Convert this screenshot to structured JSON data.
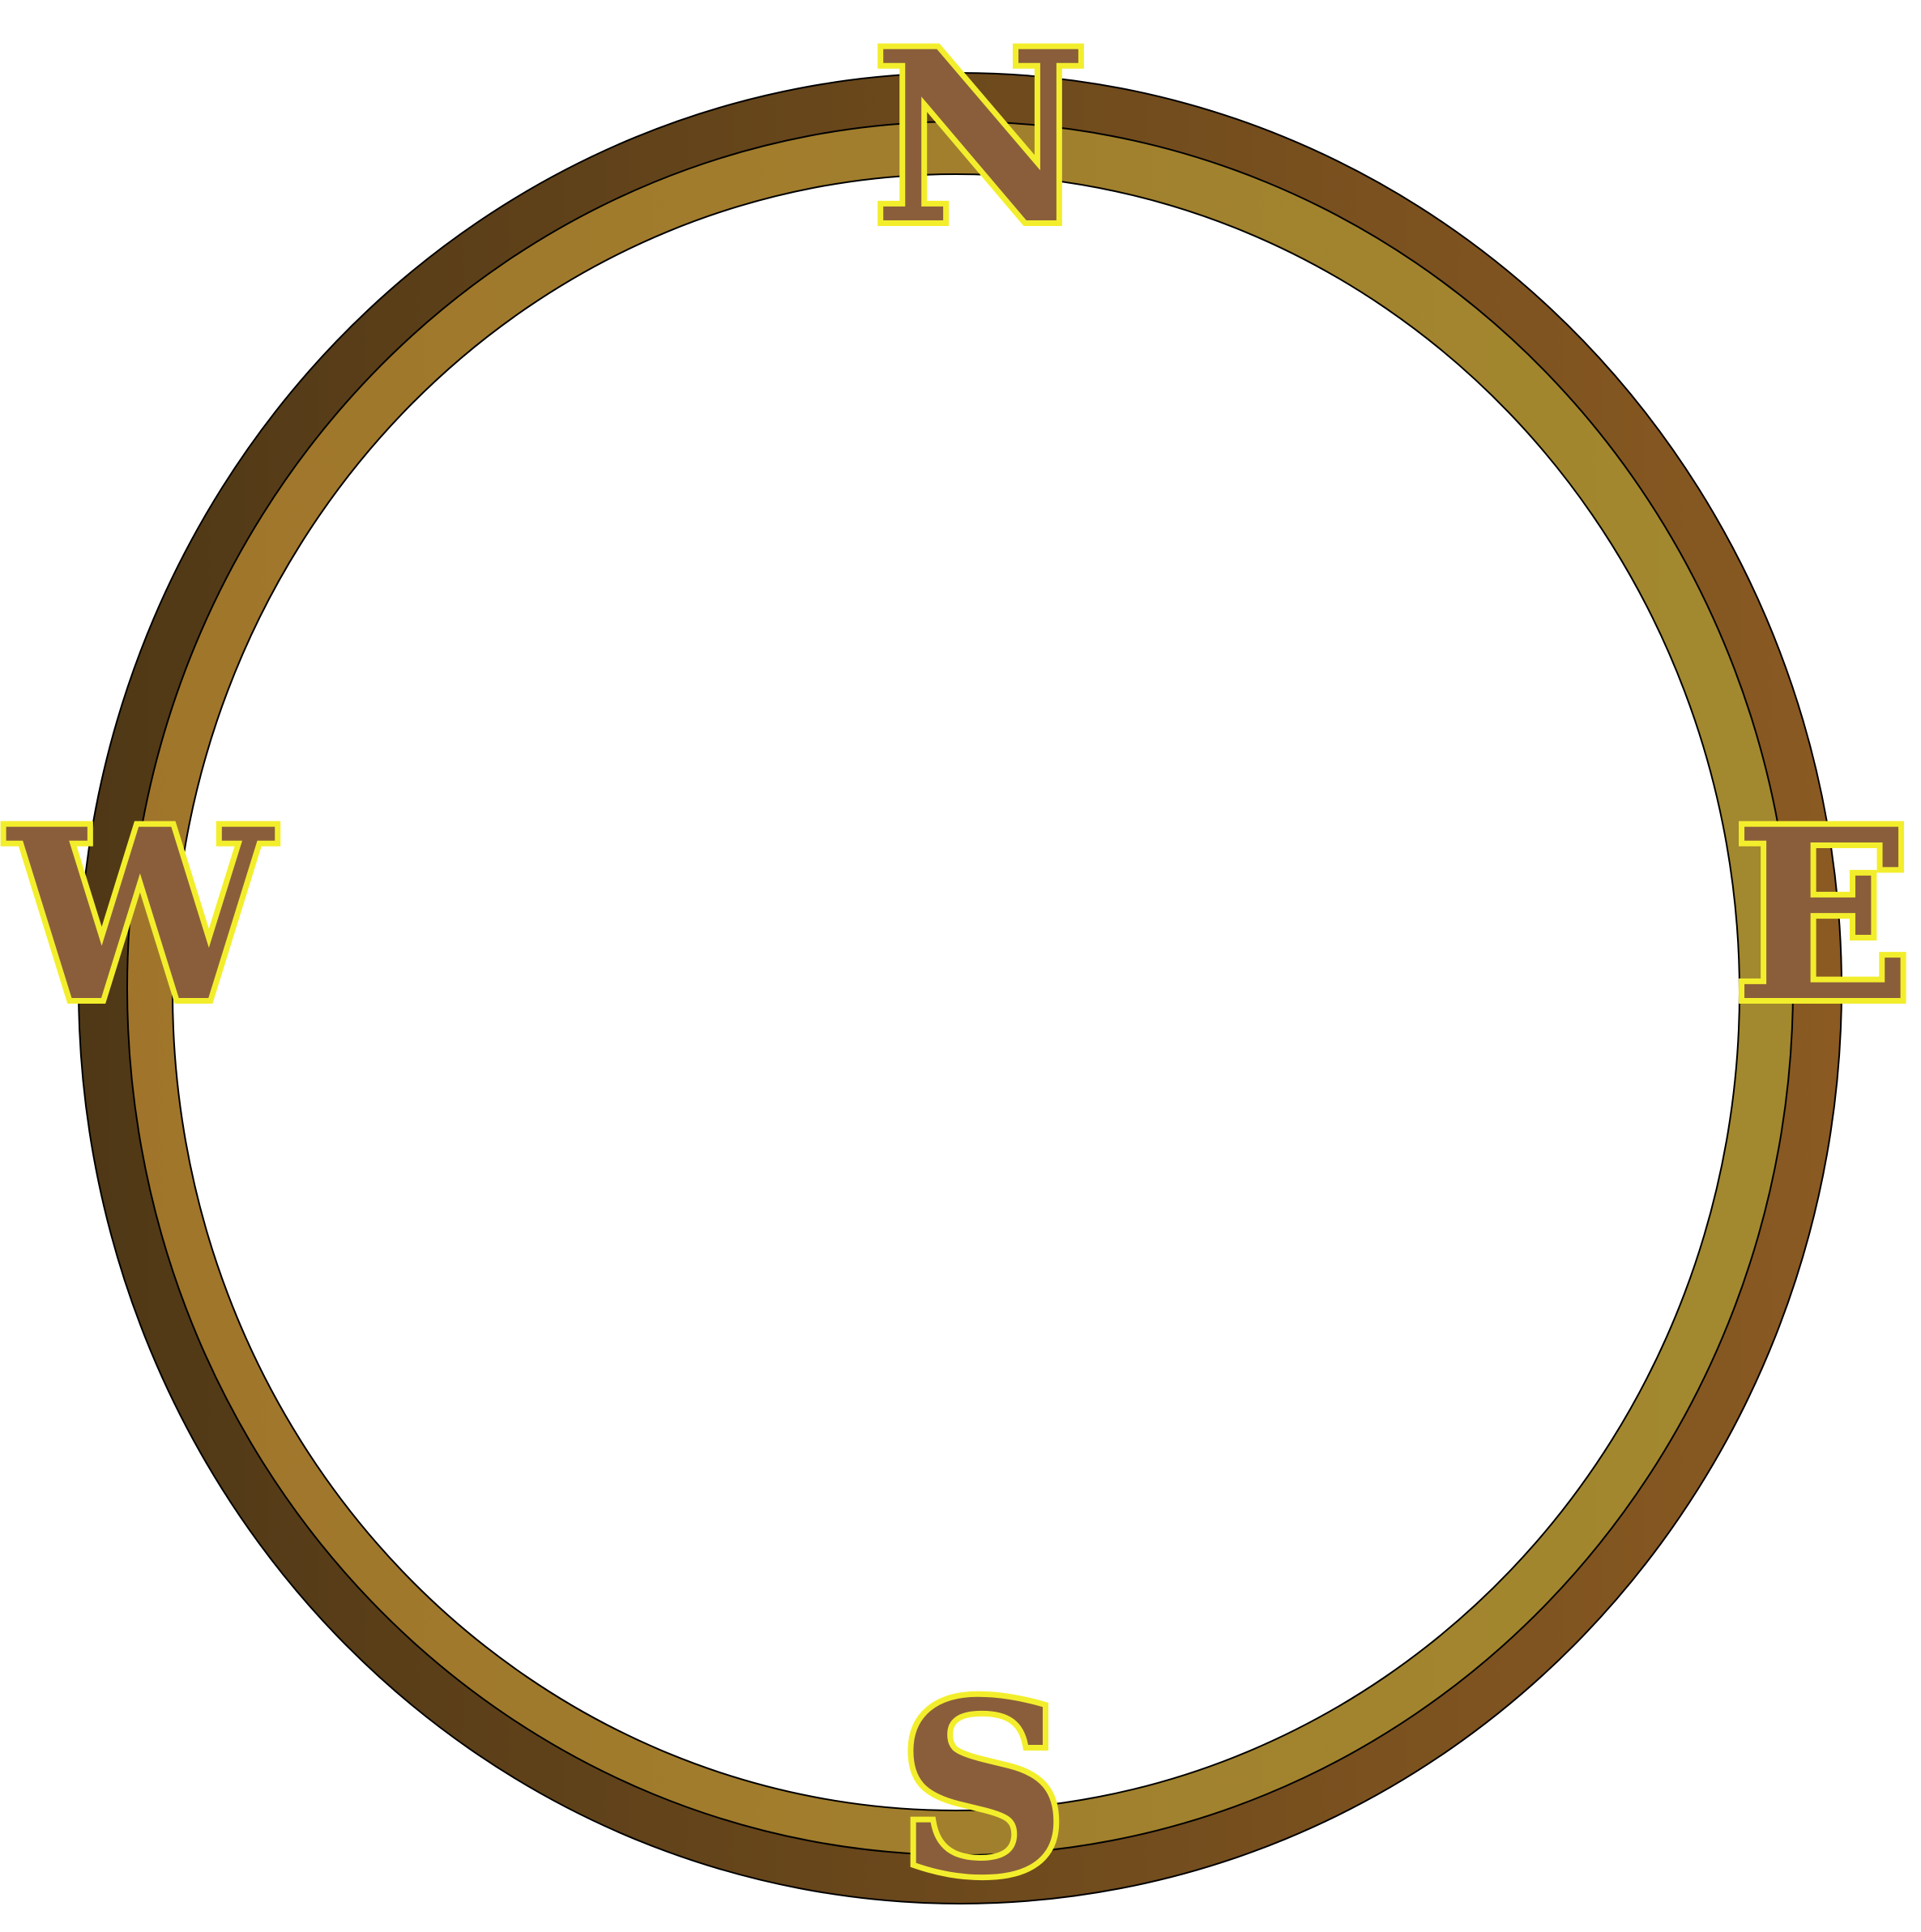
{
  "compass": {
    "labels": {
      "north": "N",
      "east": "E",
      "south": "S",
      "west": "W"
    },
    "colors": {
      "outer_ring_left": "#4f3816",
      "outer_ring_right": "#8a5a22",
      "inner_ring_left": "#a0752b",
      "inner_ring_right": "#a2892f",
      "ring_outline": "#000000",
      "letter_fill": "#8a5e3b",
      "letter_outline": "#f3ee2c",
      "background": "#ffffff"
    }
  }
}
